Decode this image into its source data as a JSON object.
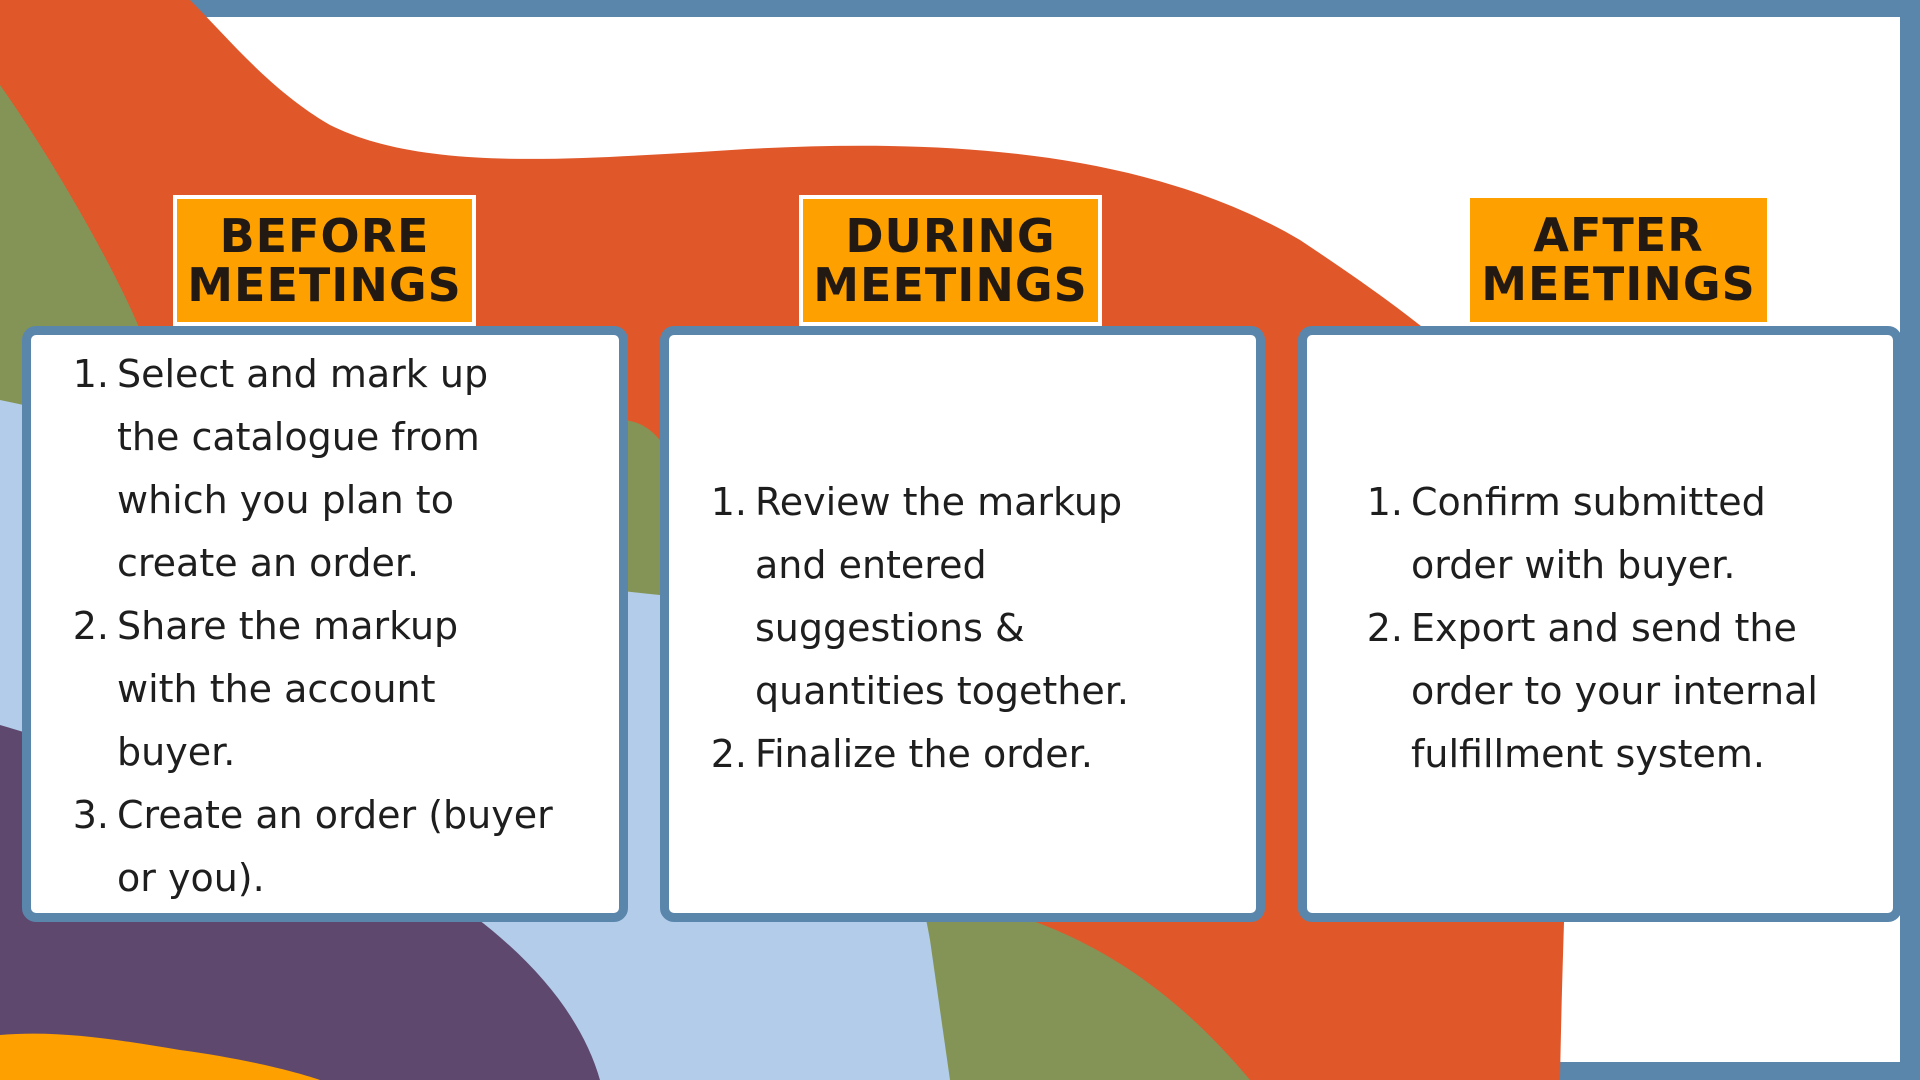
{
  "colors": {
    "frame_blue": "#5A86AC",
    "orange_red": "#E0572A",
    "olive_green": "#849457",
    "light_blue": "#B2CCE9",
    "purple": "#5E486E",
    "amber": "#FEA000",
    "white": "#FFFFFF"
  },
  "columns": [
    {
      "id": "before",
      "header": [
        "BEFORE",
        "MEETINGS"
      ],
      "items": [
        {
          "num": "1.",
          "lines": [
            "Select and mark up",
            "the catalogue from",
            "which you plan to",
            "create an order."
          ]
        },
        {
          "num": "2.",
          "lines": [
            "Share the markup",
            "with the account",
            "buyer."
          ]
        },
        {
          "num": "3.",
          "lines": [
            "Create an order (buyer",
            "or you)."
          ]
        }
      ]
    },
    {
      "id": "during",
      "header": [
        "DURING",
        "MEETINGS"
      ],
      "items": [
        {
          "num": "1.",
          "lines": [
            "Review the markup",
            "and entered",
            "suggestions &",
            "quantities together."
          ]
        },
        {
          "num": "2.",
          "lines": [
            "Finalize the order."
          ]
        }
      ]
    },
    {
      "id": "after",
      "header": [
        "AFTER",
        "MEETINGS"
      ],
      "items": [
        {
          "num": "1.",
          "lines": [
            "Confirm submitted",
            "order with buyer."
          ]
        },
        {
          "num": "2.",
          "lines": [
            "Export and send the",
            "order to your internal",
            "fulfillment system."
          ]
        }
      ]
    }
  ]
}
